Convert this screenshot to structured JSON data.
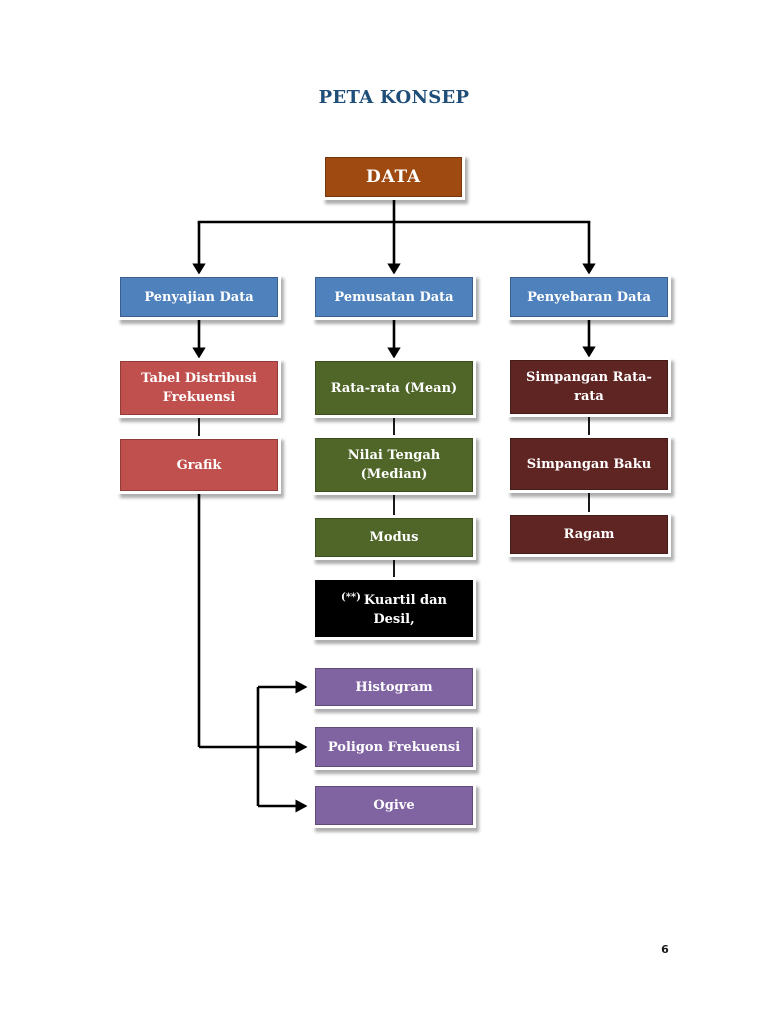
{
  "page": {
    "title": "PETA KONSEP",
    "page_number": "6"
  },
  "colors": {
    "title_text": "#1F4E79",
    "node_text": "#FFFFFF",
    "root_fill": "#9E4A10",
    "level1_fill": "#4F81BD",
    "penyajian_branch_fill": "#C0504D",
    "pemusatan_branch_fill": "#4F6628",
    "penyebaran_branch_fill": "#5E2523",
    "kuartil_fill": "#000000",
    "grafik_children_fill": "#8064A2",
    "connector": "#000000"
  },
  "nodes": {
    "data": {
      "label": "DATA"
    },
    "penyajian": {
      "label": "Penyajian Data"
    },
    "pemusatan": {
      "label": "Pemusatan Data"
    },
    "penyebaran": {
      "label": "Penyebaran Data"
    },
    "tabel": {
      "label": "Tabel Distribusi Frekuensi"
    },
    "rata": {
      "label": "Rata-rata (Mean)"
    },
    "simpangan_rata": {
      "label": "Simpangan Rata-rata"
    },
    "grafik": {
      "label": "Grafik"
    },
    "nilai_tengah": {
      "label": "Nilai Tengah (Median)"
    },
    "simpangan_baku": {
      "label": "Simpangan Baku"
    },
    "modus": {
      "label": "Modus"
    },
    "ragam": {
      "label": "Ragam"
    },
    "kuartil": {
      "prefix": "(**)",
      "label": "Kuartil dan Desil,"
    },
    "histogram": {
      "label": "Histogram"
    },
    "poligon": {
      "label": "Poligon Frekuensi"
    },
    "ogive": {
      "label": "Ogive"
    }
  }
}
